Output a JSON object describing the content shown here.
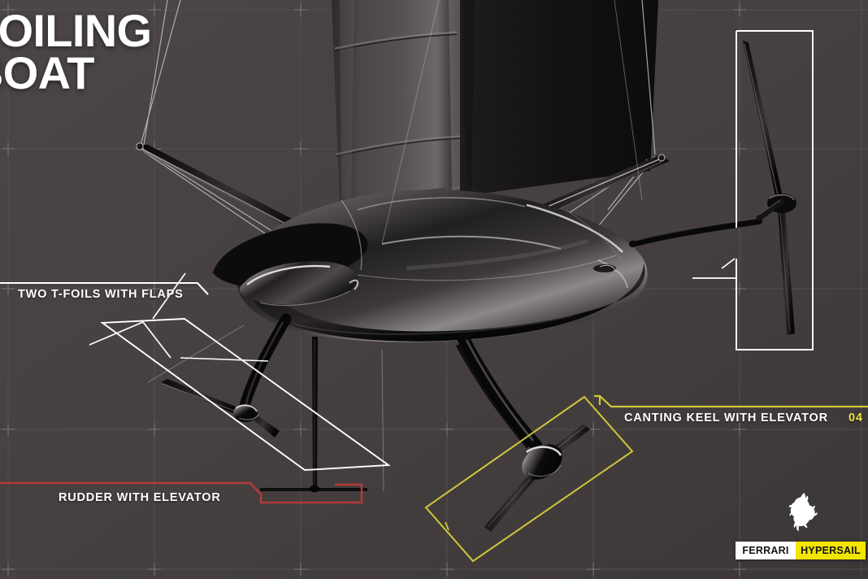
{
  "page": {
    "title_line1": "FOILING",
    "title_line2": "BOAT",
    "background_color": "#453f3f",
    "grid_color": "#585151",
    "accent_white": "#ffffff",
    "accent_yellow": "#e9e23f",
    "accent_red": "#b33a3a"
  },
  "callouts": {
    "t_foils": {
      "label": "TWO T-FOILS WITH FLAPS",
      "color": "#ffffff"
    },
    "rudder": {
      "label": "RUDDER WITH ELEVATOR",
      "color": "#b33a3a"
    },
    "canting_keel": {
      "label": "CANTING KEEL WITH ELEVATOR",
      "number": "04",
      "color": "#e9e23f"
    }
  },
  "logo": {
    "horse_icon": "prancing-horse-icon",
    "brand": "FERRARI",
    "program": "HYPERSAIL"
  }
}
